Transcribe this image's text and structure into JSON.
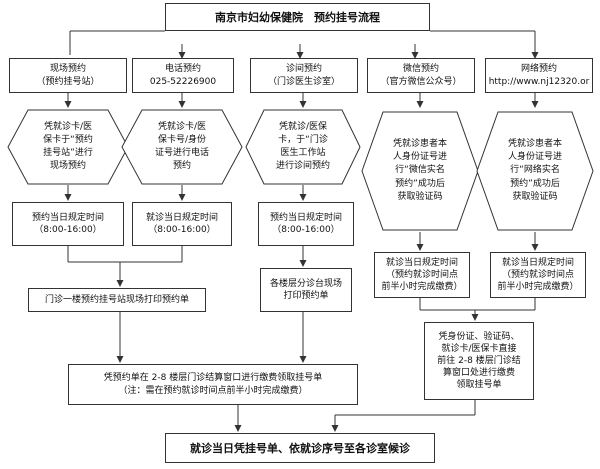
{
  "title": "南京市妇幼保健院　预约挂号流程",
  "channels": [
    {
      "label": "现场预约\n（预约挂号站）"
    },
    {
      "label": "电话预约\n025-52226900"
    },
    {
      "label": "诊间预约\n（门诊医生诊室）"
    },
    {
      "label": "微信预约\n（官方微信公众号）"
    },
    {
      "label": "网络预约\nhttp://www.nj12320.or"
    }
  ],
  "instructions": [
    "凭就诊卡/医\n保卡于“预约\n挂号站”进行\n现场预约",
    "凭就诊卡/医\n保卡号/身份\n证号进行电话\n预约",
    "凭就诊/医保\n卡，于“门诊\n医生工作站\n进行诊间预约",
    "凭就诊患者本\n人身份证号进\n行“微信实名\n预约”成功后\n获取验证码",
    "凭就诊患者本\n人身份证号进\n行“网络实名\n预约”成功后\n获取验证码"
  ],
  "visit_times": [
    "预约当日规定时间\n（8:00-16:00）",
    "就诊当日规定时间\n（8:00-16:00）",
    "预约当日规定时间\n（8:00-16:00）",
    "就诊当日规定时间\n（预约就诊时间点\n前半小时完成缴费）",
    "就诊当日规定时间\n（预约就诊时间点\n前半小时完成缴费）"
  ],
  "print_lobby": "门诊一楼预约挂号站现场打印预约单",
  "print_clinic": "各楼层分诊台现场\n打印预约单",
  "pay_window": "凭预约单在 2-8 楼层门诊结算窗口进行缴费领取挂号单\n（注：需在预约就诊时间点前半小时完成缴费）",
  "pay_direct": "凭身份证、验证码、\n就诊卡/医保卡直接\n前往 2-8 楼层门诊结\n算窗口处进行缴费\n领取挂号单",
  "final": "就诊当日凭挂号单、依就诊序号至各诊室候诊",
  "colors": {
    "line": "#333333",
    "border": "#333333"
  }
}
